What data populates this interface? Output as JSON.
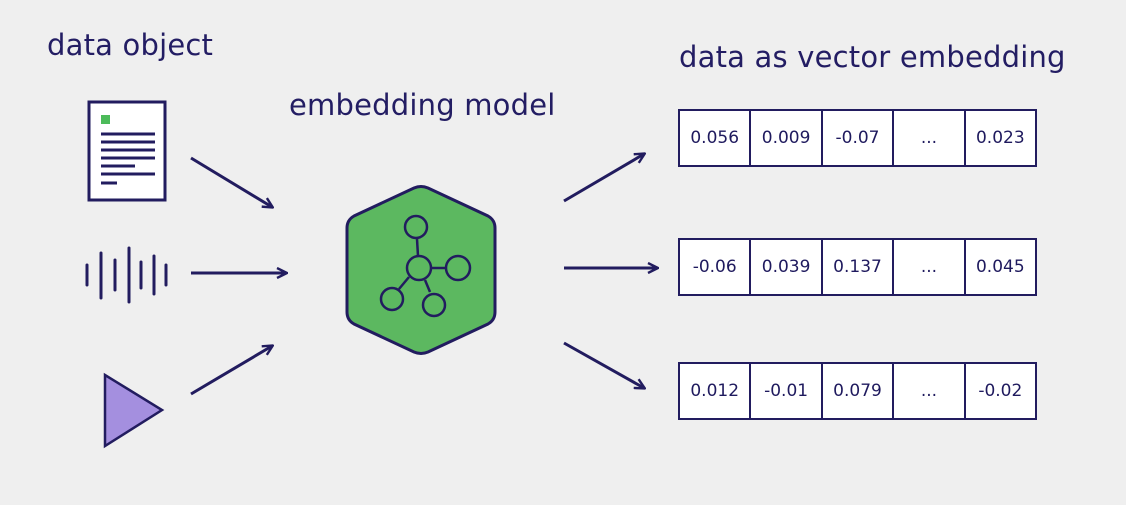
{
  "labels": {
    "data_object": "data object",
    "embedding_model": "embedding model",
    "vector_embedding": "data as vector embedding"
  },
  "colors": {
    "ink": "#221c5f",
    "model_green": "#5cb860",
    "text_icon_green": "#4cbb5a",
    "video_purple": "#a48fdf",
    "background": "#efefef"
  },
  "inputs": [
    {
      "icon": "document-icon"
    },
    {
      "icon": "audio-waveform-icon"
    },
    {
      "icon": "video-play-icon"
    }
  ],
  "model_icon": "graph-network-icon",
  "vectors": [
    {
      "values": [
        "0.056",
        "0.009",
        "-0.07",
        "...",
        "0.023"
      ]
    },
    {
      "values": [
        "-0.06",
        "0.039",
        "0.137",
        "...",
        "0.045"
      ]
    },
    {
      "values": [
        "0.012",
        "-0.01",
        "0.079",
        "...",
        "-0.02"
      ]
    }
  ]
}
